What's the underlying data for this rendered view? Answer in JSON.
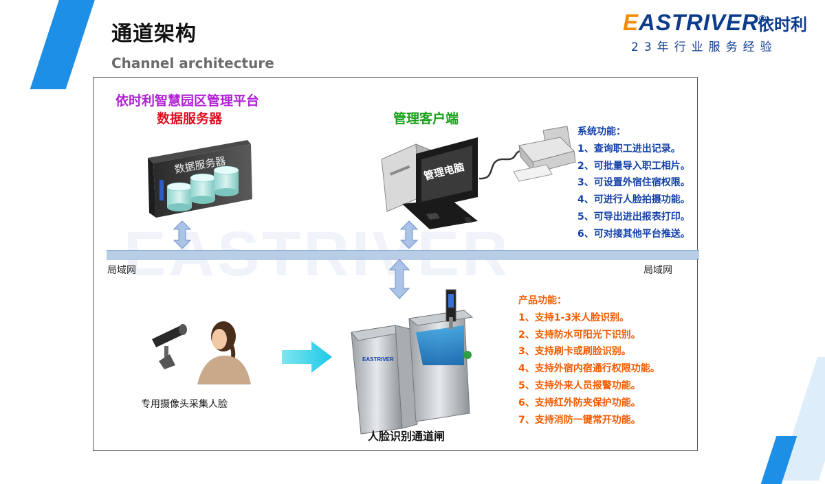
{
  "header": {
    "title_cn": "通道架构",
    "title_en": "Channel architecture"
  },
  "logo": {
    "brand_e": "E",
    "brand_rest": "ASTRIVER",
    "registered": "®",
    "brand_cn": "依时利",
    "tagline": "23年行业服务经验"
  },
  "diagram": {
    "server_title_line1": "依时利智慧园区管理平台",
    "server_title_line2": "数据服务器",
    "server_box_label": "数据服务器",
    "client_title": "管理客户端",
    "monitor_label": "管理电脑",
    "lan_left": "局域网",
    "lan_right": "局域网",
    "camera_caption": "专用摄像头采集人脸",
    "gate_caption": "人脸识别通道闸",
    "gate_brand": "EASTRIVER",
    "system_functions": {
      "heading": "系统功能：",
      "items": [
        "1、查询职工进出记录。",
        "2、可批量导入职工相片。",
        "3、可设置外宿住宿权限。",
        "4、可进行人脸拍摄功能。",
        "5、可导出进出报表打印。",
        "6、可对接其他平台推送。"
      ]
    },
    "product_functions": {
      "heading": "产品功能：",
      "items": [
        "1、支持1-3米人脸识别。",
        "2、支持防水可阳光下识别。",
        "3、支持刷卡或刷脸识别。",
        "4、支持外宿内宿通行权限功能。",
        "5、支持外来人员报警功能。",
        "6、支持红外防夹保护功能。",
        "7、支持消防一键常开功能。"
      ]
    }
  },
  "colors": {
    "accent_blue": "#1e8fe6",
    "brand_navy": "#0e3c8c",
    "brand_orange": "#f28b00",
    "purple": "#b01fd6",
    "red": "#e01020",
    "green": "#18a018",
    "function_blue": "#1240a8",
    "function_orange": "#f25a00"
  }
}
